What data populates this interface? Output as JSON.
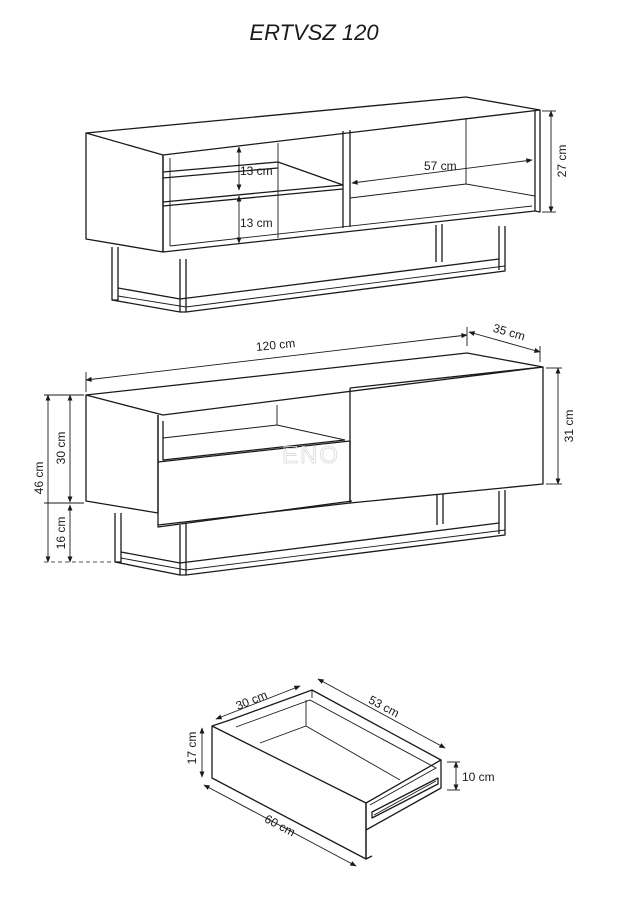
{
  "title": "ERTVSZ 120",
  "watermark": "ENO",
  "view1": {
    "shelf_height_top": "13 cm",
    "shelf_height_bottom": "13 cm",
    "open_width": "57 cm",
    "body_height": "27 cm"
  },
  "view2": {
    "total_width": "120 cm",
    "depth": "35 cm",
    "total_height": "46 cm",
    "body_height": "30 cm",
    "leg_height": "16 cm",
    "door_height": "31 cm"
  },
  "drawer": {
    "inner_depth": "30 cm",
    "inner_length": "53 cm",
    "front_height": "17 cm",
    "side_height": "10 cm",
    "front_width": "60 cm"
  }
}
